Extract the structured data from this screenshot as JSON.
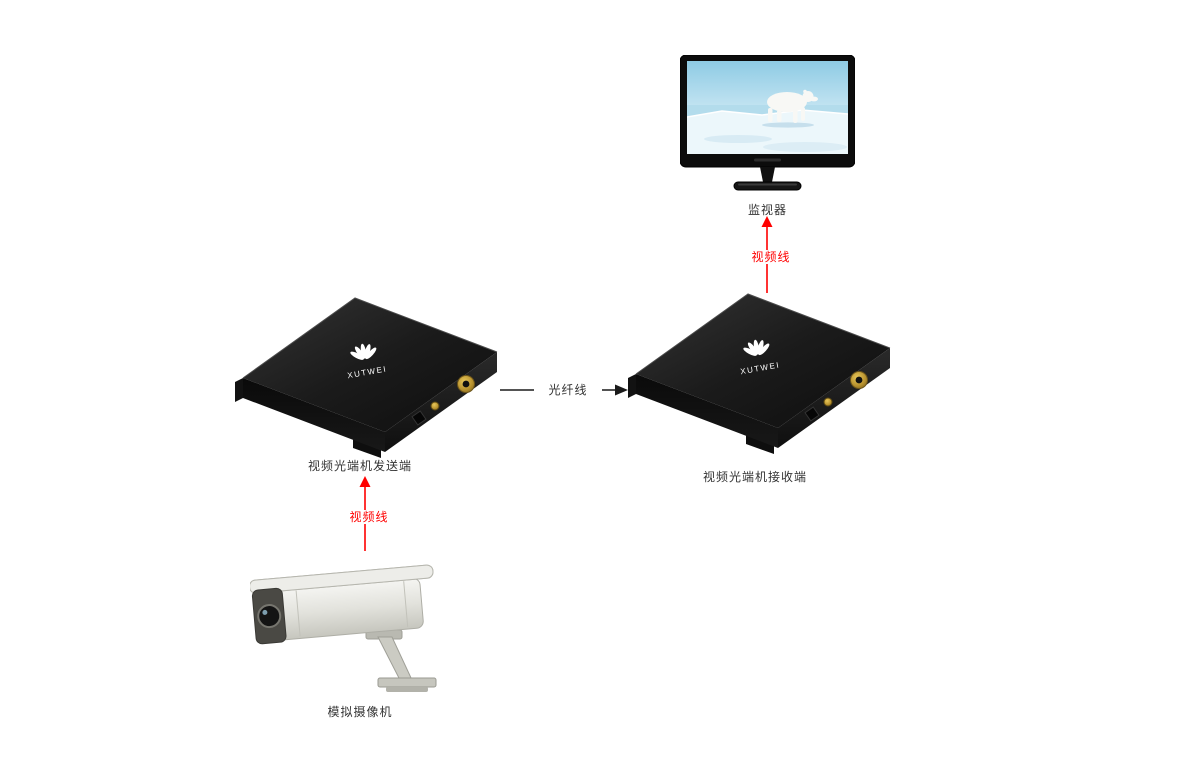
{
  "diagram": {
    "monitor": {
      "label": "监视器"
    },
    "transmitter": {
      "label": "视频光端机发送端",
      "logo_text": "XUTWEI"
    },
    "receiver": {
      "label": "视频光端机接收端",
      "logo_text": "XUTWEI"
    },
    "camera": {
      "label": "模拟摄像机"
    },
    "connections": {
      "video_top": {
        "label": "视频线",
        "color": "#ff0000"
      },
      "fiber": {
        "label": "光纤线",
        "color": "#1a1a1a"
      },
      "video_bottom": {
        "label": "视频线",
        "color": "#ff0000"
      }
    }
  }
}
